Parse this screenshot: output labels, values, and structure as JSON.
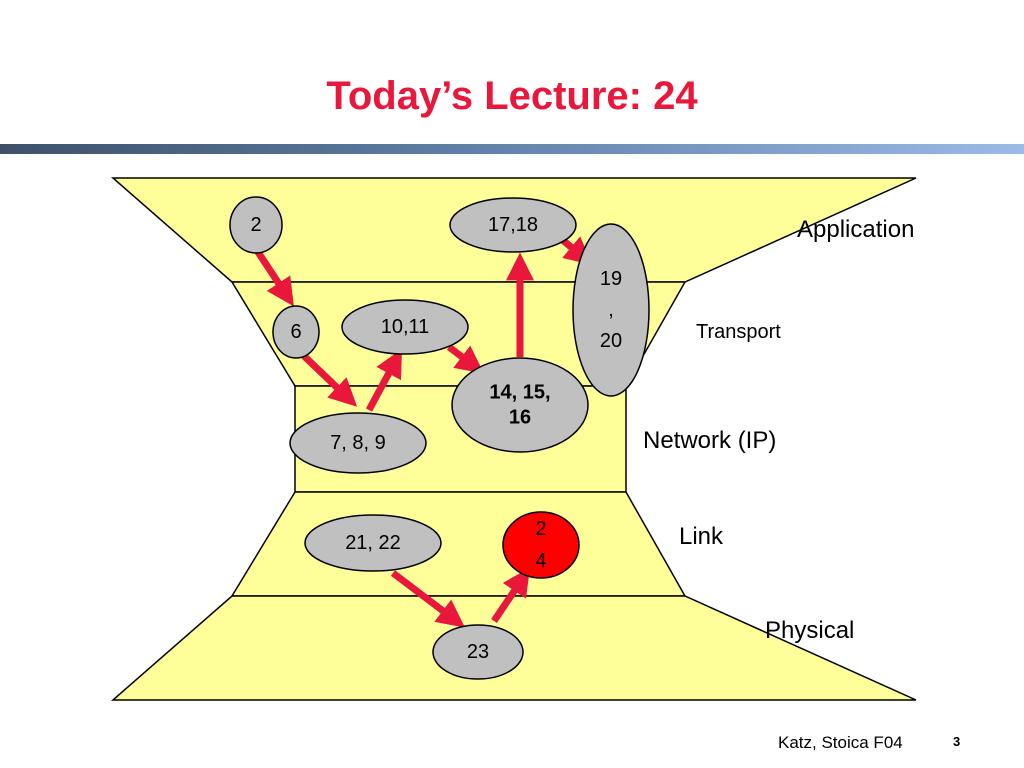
{
  "slide": {
    "title": "Today’s Lecture: 24",
    "footer": {
      "author": "Katz, Stoica F04",
      "page_number": "3"
    }
  },
  "diagram": {
    "layers": [
      {
        "id": "application",
        "label": "Application"
      },
      {
        "id": "transport",
        "label": "Transport"
      },
      {
        "id": "network",
        "label": "Network (IP)"
      },
      {
        "id": "link",
        "label": "Link"
      },
      {
        "id": "physical",
        "label": "Physical"
      }
    ],
    "nodes": [
      {
        "id": "n2",
        "lines": [
          "2"
        ],
        "layer": "application"
      },
      {
        "id": "n1718",
        "lines": [
          "17,18"
        ],
        "layer": "application"
      },
      {
        "id": "n1920",
        "lines": [
          "19",
          ",",
          "20"
        ],
        "layer": "transport"
      },
      {
        "id": "n6",
        "lines": [
          "6"
        ],
        "layer": "transport"
      },
      {
        "id": "n1011",
        "lines": [
          "10,11"
        ],
        "layer": "transport"
      },
      {
        "id": "n141516",
        "lines": [
          "14, 15,",
          "16"
        ],
        "layer": "network"
      },
      {
        "id": "n789",
        "lines": [
          "7, 8, 9"
        ],
        "layer": "network"
      },
      {
        "id": "n2122",
        "lines": [
          "21, 22"
        ],
        "layer": "link"
      },
      {
        "id": "n24",
        "lines": [
          "2",
          "4"
        ],
        "layer": "link",
        "highlight": true
      },
      {
        "id": "n23",
        "lines": [
          "23"
        ],
        "layer": "physical"
      }
    ],
    "edges": [
      {
        "from": "n2",
        "to": "n6"
      },
      {
        "from": "n6",
        "to": "n789"
      },
      {
        "from": "n789",
        "to": "n1011"
      },
      {
        "from": "n1011",
        "to": "n141516"
      },
      {
        "from": "n141516",
        "to": "n1718"
      },
      {
        "from": "n1718",
        "to": "n1920"
      },
      {
        "from": "n2122",
        "to": "n23"
      },
      {
        "from": "n23",
        "to": "n24"
      }
    ],
    "colors": {
      "layer_fill": "#ffff99",
      "node_fill": "#c0c0c0",
      "highlight_fill": "#ff0000",
      "arrow": "#e8173b",
      "title": "#e8173b"
    }
  }
}
